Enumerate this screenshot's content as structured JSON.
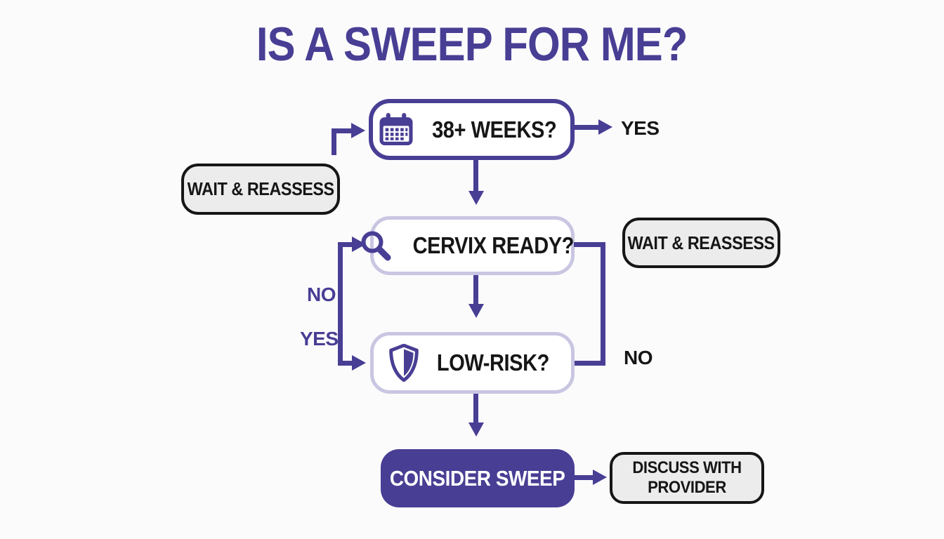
{
  "title": "IS A SWEEP FOR ME?",
  "colors": {
    "purple": "#483E94",
    "lavender_border": "#C9C6E2",
    "gray_fill": "#ECECEC",
    "black": "#161616",
    "background": "#FBFBFC"
  },
  "nodes": {
    "weeks": {
      "label": "38+ WEEKS?",
      "icon": "calendar-icon"
    },
    "cervix": {
      "label": "CERVIX READY?",
      "icon": "magnifier-icon"
    },
    "lowrisk": {
      "label": "LOW-RISK?",
      "icon": "shield-icon"
    },
    "consider": {
      "label": "CONSIDER SWEEP"
    },
    "wait_left": {
      "label": "WAIT & REASSESS"
    },
    "wait_right": {
      "label": "WAIT & REASSESS"
    },
    "discuss": {
      "label": "DISCUSS WITH PROVIDER"
    }
  },
  "edge_labels": {
    "yes_top": "YES",
    "no_left": "NO",
    "yes_left": "YES",
    "no_right": "NO"
  }
}
